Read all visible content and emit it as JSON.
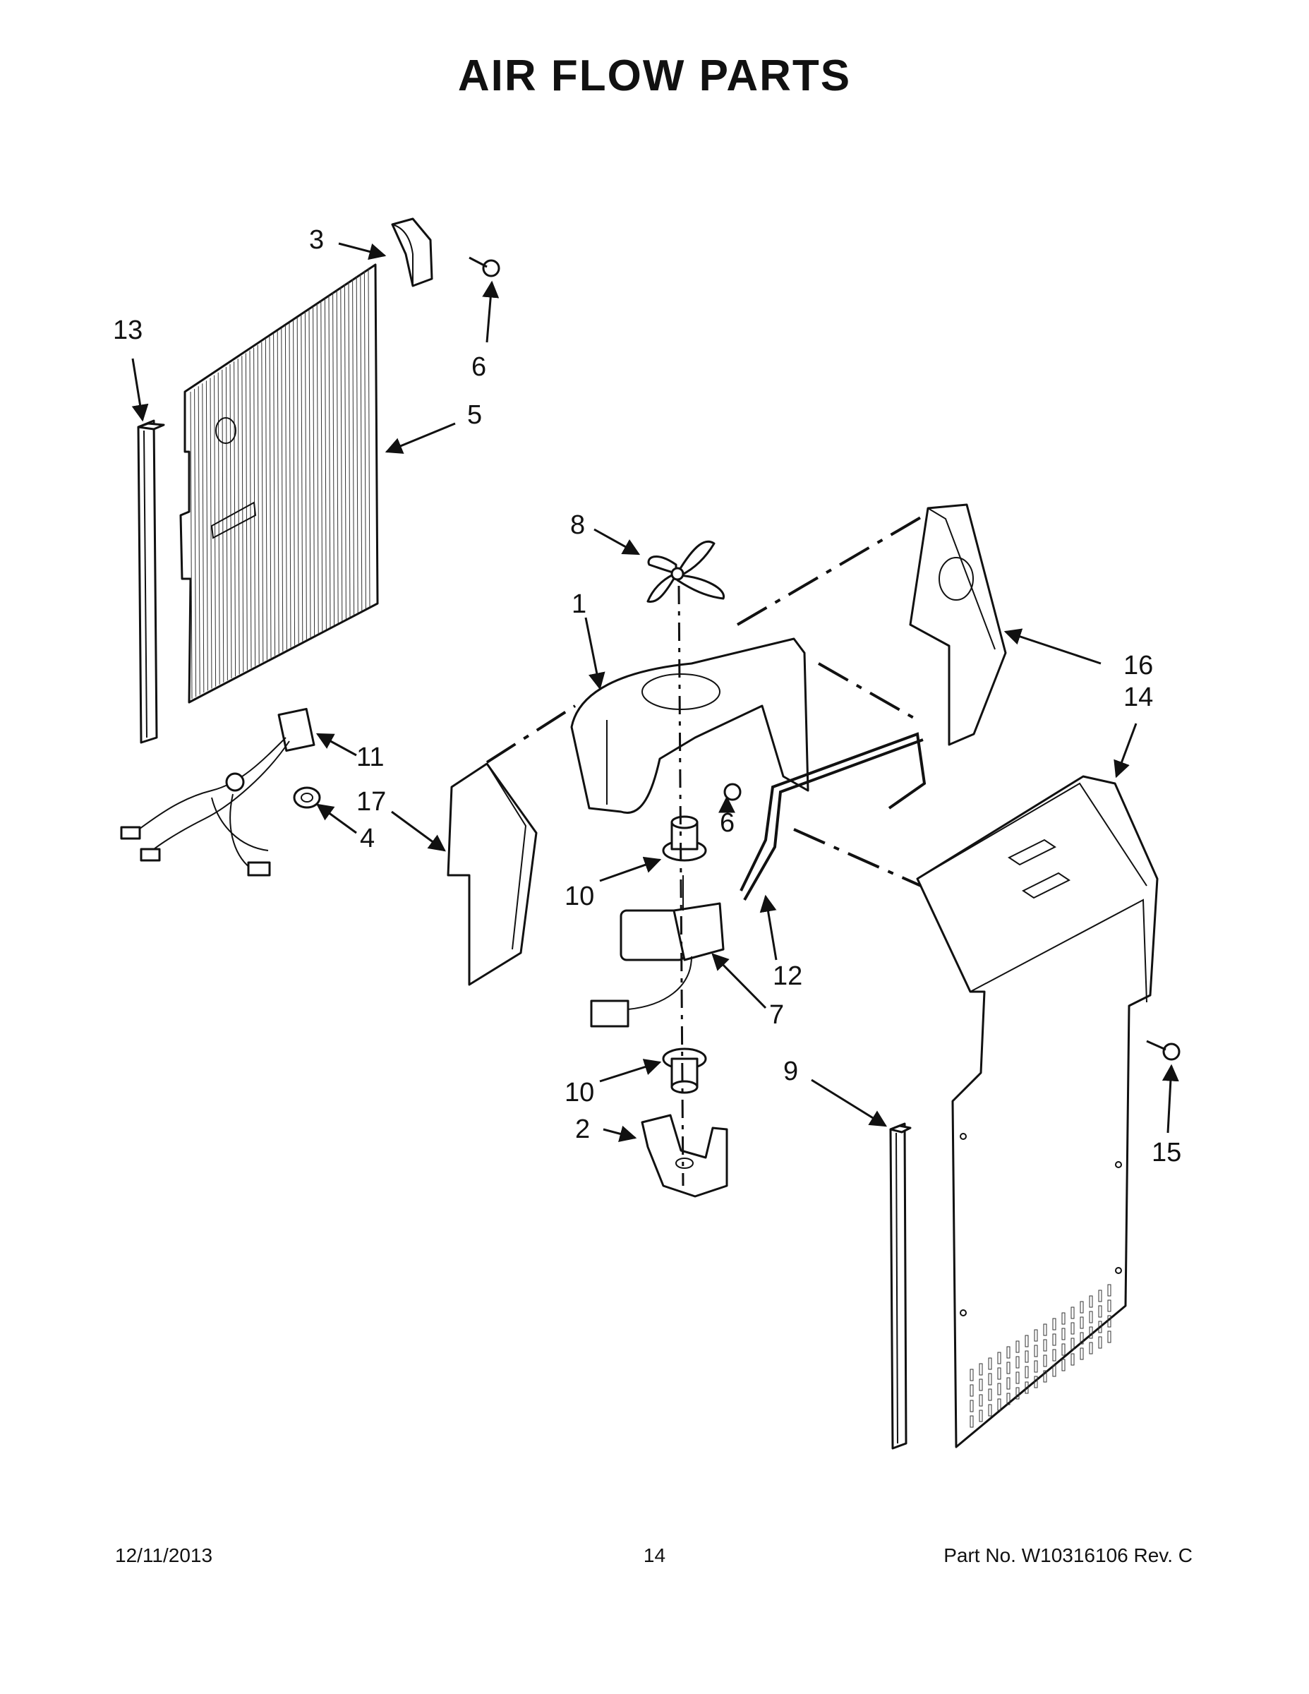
{
  "title": "AIR FLOW PARTS",
  "callouts": {
    "c1": "1",
    "c2": "2",
    "c3": "3",
    "c4": "4",
    "c5": "5",
    "c6a": "6",
    "c6b": "6",
    "c7": "7",
    "c8": "8",
    "c9": "9",
    "c10a": "10",
    "c10b": "10",
    "c11": "11",
    "c12": "12",
    "c13": "13",
    "c14": "14",
    "c15": "15",
    "c16": "16",
    "c17": "17"
  },
  "footer": {
    "date": "12/11/2013",
    "page": "14",
    "part_no": "Part No.  W10316106  Rev.  C"
  }
}
